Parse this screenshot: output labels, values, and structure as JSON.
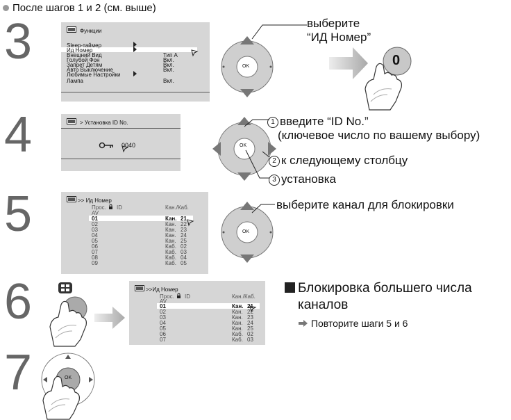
{
  "header": {
    "text": "После шагов 1 и 2 (см. выше)"
  },
  "steps": {
    "s3": "3",
    "s4": "4",
    "s5": "5",
    "s6": "6",
    "s7": "7"
  },
  "step3": {
    "title": "Функции",
    "menu": [
      {
        "label": "Sleep-таймер",
        "value": ""
      },
      {
        "label": "Ид Номер",
        "value": ""
      },
      {
        "label": "Внешний Вид",
        "value": "Тип А"
      },
      {
        "label": "Голубой Фон",
        "value": "Вкл."
      },
      {
        "label": "Запрет Детям",
        "value": "Вкл."
      },
      {
        "label": "Авто Выключение",
        "value": "Вкл."
      },
      {
        "label": "Любимые Настройки",
        "value": ""
      },
      {
        "label": "Лампа",
        "value": "Вкл."
      }
    ],
    "ann1": "выберите",
    "ann2": "“ИД Номер”",
    "key": "0",
    "ok": "OK"
  },
  "step4": {
    "title": "> Установка ID No.",
    "id_value": "0040",
    "ann1_num": "1",
    "ann1": "введите “ID No.”",
    "ann1b": "(ключевое число по вашему выбору)",
    "ann2_num": "2",
    "ann2": "к следующему столбцу",
    "ann3_num": "3",
    "ann3": "установка",
    "ok": "OK"
  },
  "step5": {
    "title": ">> Ид Номер",
    "col_prog": "Прос.",
    "col_id": "ID",
    "col_ch": "Кан./Каб.",
    "av": "AV",
    "rows": [
      {
        "n": "01",
        "ch": "Кан.",
        "v": "21"
      },
      {
        "n": "02",
        "ch": "Кан.",
        "v": "22"
      },
      {
        "n": "03",
        "ch": "Кан.",
        "v": "23"
      },
      {
        "n": "04",
        "ch": "Кан.",
        "v": "24"
      },
      {
        "n": "05",
        "ch": "Кан.",
        "v": "25"
      },
      {
        "n": "06",
        "ch": "Каб.",
        "v": "02"
      },
      {
        "n": "07",
        "ch": "Каб.",
        "v": "03"
      },
      {
        "n": "08",
        "ch": "Каб.",
        "v": "04"
      },
      {
        "n": "09",
        "ch": "Каб.",
        "v": "05"
      }
    ],
    "ann": "выберите канал для блокировки",
    "ok": "OK"
  },
  "step6": {
    "title": ">>Ид Номер",
    "col_prog": "Прос.",
    "col_id": "ID",
    "col_ch": "Кан./Каб.",
    "av": "AV",
    "rows": [
      {
        "n": "01",
        "ch": "Кан.",
        "v": "21"
      },
      {
        "n": "02",
        "ch": "Кан.",
        "v": "22"
      },
      {
        "n": "03",
        "ch": "Кан.",
        "v": "23"
      },
      {
        "n": "04",
        "ch": "Кан.",
        "v": "24"
      },
      {
        "n": "05",
        "ch": "Кан.",
        "v": "25"
      },
      {
        "n": "06",
        "ch": "Каб.",
        "v": "02"
      },
      {
        "n": "07",
        "ch": "Каб.",
        "v": "03"
      }
    ],
    "side1": "Блокировка большего числа",
    "side2": "каналов",
    "side3": "Повторите шаги 5 и 6"
  },
  "step7": {
    "ok": "OK"
  }
}
